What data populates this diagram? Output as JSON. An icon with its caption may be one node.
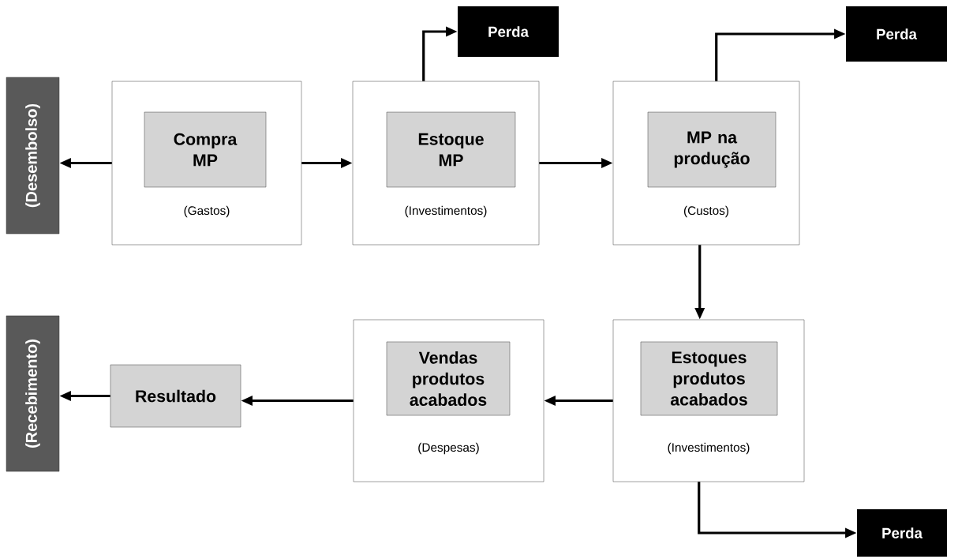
{
  "diagram": {
    "nodes": [
      {
        "text": [
          "(Desembolso)"
        ]
      },
      {
        "text": [
          "(Gastos)"
        ]
      },
      {
        "text": [
          "Compra MP"
        ],
        "in": 1
      },
      {
        "text": [
          "Perda"
        ]
      },
      {
        "text": [
          "(Investimentos)"
        ]
      },
      {
        "text": [
          "Estoque MP"
        ],
        "in": 4
      },
      {
        "text": [
          "Perda"
        ]
      },
      {
        "text": [
          "(Custos)"
        ]
      },
      {
        "text": [
          "MP na produção"
        ],
        "in": 7
      },
      {
        "text": [
          "(Recebimento)"
        ]
      },
      {
        "text": [
          "Resultado"
        ]
      },
      {
        "text": [
          "(Despesas)"
        ]
      },
      {
        "text": [
          "Vendas produtos acabados"
        ],
        "in": 11
      },
      {
        "text": [
          "(Investimentos)"
        ]
      },
      {
        "text": [
          "Estoques produtos acabados"
        ],
        "in": 13
      },
      {
        "text": [
          "Perda"
        ]
      }
    ],
    "edges": [
      {
        "from": 1,
        "to": 0,
        "arrow": "to"
      },
      {
        "from": 1,
        "to": 4,
        "arrow": "to"
      },
      {
        "from": 4,
        "to": 3,
        "arrow": "to"
      },
      {
        "from": 4,
        "to": 7,
        "arrow": "to"
      },
      {
        "from": 7,
        "to": 6,
        "arrow": "to"
      },
      {
        "from": 7,
        "to": 13,
        "arrow": "to"
      },
      {
        "from": 13,
        "to": 11,
        "arrow": "to"
      },
      {
        "from": 11,
        "to": 10,
        "arrow": "to"
      },
      {
        "from": 10,
        "to": 9,
        "arrow": "to"
      },
      {
        "from": 13,
        "to": 15,
        "arrow": "to"
      }
    ]
  }
}
